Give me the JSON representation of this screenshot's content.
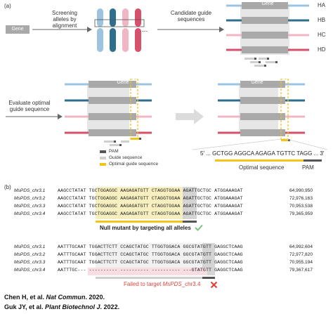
{
  "panel_a": {
    "label": "(a)",
    "gene_label": "Gene",
    "step1": "Screening alleles by alignment",
    "ellipsis": "...",
    "step2": "Candidate guide sequences",
    "haplotypes": [
      "HA",
      "HB",
      "HC",
      "HD"
    ],
    "step3": "Evaluate optimal guide sequence",
    "legend": [
      "PAM",
      "Guide sequence",
      "Optimal guide sequence"
    ],
    "sequence_line": "5′ ... GCTGG AGGCA AGAGA TGTTC TAGG ... 3′",
    "optimal_label": "Optimal sequence",
    "pam_label": "PAM"
  },
  "panel_b": {
    "label": "(b)",
    "block1": [
      {
        "name": "MsPDS_chr3.1",
        "seq": "AAGCCTATAT TGCTGGAGGC AAGAGATGTT CTAGGTGGAA AGATTGCTGC ATGGAAAGAT",
        "pos": "64,990,950"
      },
      {
        "name": "MsPDS_chr3.2",
        "seq": "AAGCCTATAT TGCTGGAGGC AAGAGATGTT CTAGGTGGAA AGATTGCTGC ATGGAAAGAT",
        "pos": "72,976,163"
      },
      {
        "name": "MsPDS_chr3.3",
        "seq": "AAGCCTATAT TGCTGGAGGC AAGAGATGTT CTAGGTGGAA AGATTGCTGC ATGGAAAGAT",
        "pos": "70,953,538"
      },
      {
        "name": "MsPDS_chr3.4",
        "seq": "AAGCCTATAT TGCTGGAGGC AAGAGATGTT CTAGGTGGAA AGATTGCTGC ATGGAAAGAT",
        "pos": "79,365,959"
      }
    ],
    "result1": "Null mutant by targeting all alleles",
    "block2": [
      {
        "name": "MsPDS_chr3.1",
        "seq": "AATTTGCAAT TGGACTTCTT CCAGCTATGC TTGGTGGACA GGCGTATGTT GAGGCTCAAG",
        "pos": "64,992,604"
      },
      {
        "name": "MsPDS_chr3.2",
        "seq": "AATTTGCAAT TGGACTTCTT CCAGCTATGC TTGGTGGACA GGCGTATGTT GAGGCTCAAG",
        "pos": "72,977,820"
      },
      {
        "name": "MsPDS_chr3.3",
        "seq": "AATTTGCAAT TGGACTTCTT CCAGCTATGC TTGGTGGACA GGCGTATGTT GAGGCTCAAG",
        "pos": "70,955,194"
      },
      {
        "name": "MsPDS_chr3.4",
        "seq": "AATTTGC--- ---------- ---------- ---------- ---GTATGTT GAGGCTCAAG",
        "pos": "79,367,617"
      }
    ],
    "result2_prefix": "Failed to target ",
    "result2_gene": "MsPDS",
    "result2_suffix": "_chr3.4"
  },
  "citations": [
    {
      "authors": "Chen H, et al. ",
      "journal": "Nat Commun",
      "year": ". 2020."
    },
    {
      "authors": "Guk JY, et al. ",
      "journal": "Plant Biotechnol J",
      "year": ". 2022."
    }
  ],
  "colors": {
    "HA": "#9cc3e0",
    "HB": "#2e6e8e",
    "HC": "#f1b6c6",
    "HD": "#d65169",
    "gene": "#a9a9a9",
    "optimal": "#f2c418",
    "pam": "#555555",
    "guide": "#cfcfcf",
    "check": "#7bc47f",
    "cross": "#e0453a",
    "fail_text": "#e0453a"
  }
}
